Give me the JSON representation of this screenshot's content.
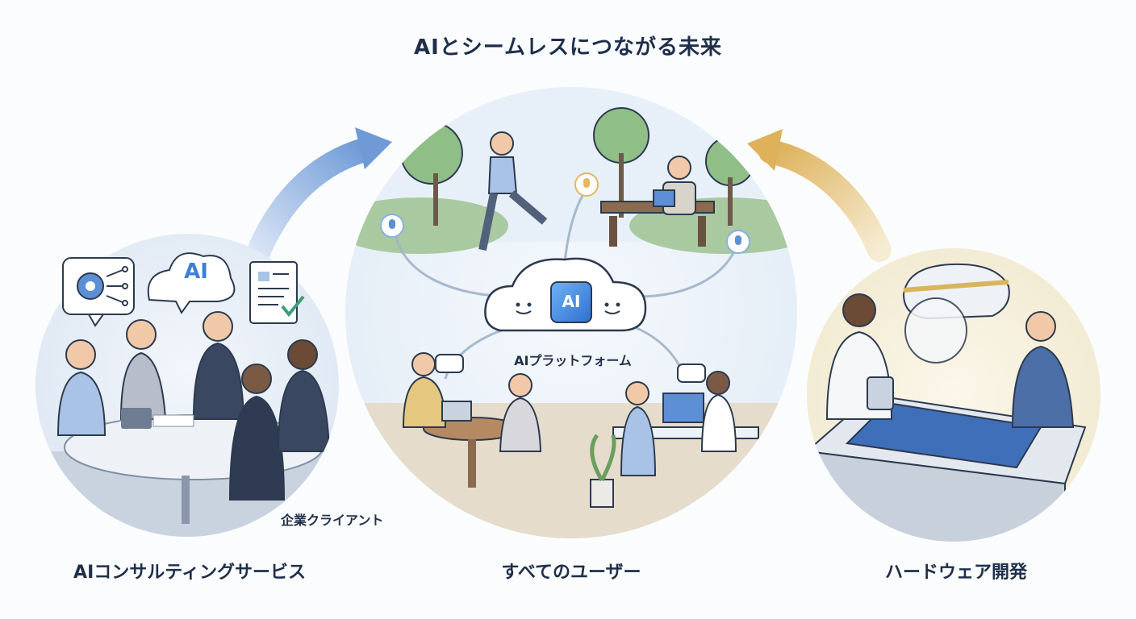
{
  "title": "AIとシームレスにつながる未来",
  "left_section": {
    "caption": "AIコンサルティングサービス",
    "sublabel": "企業クライアント",
    "cloud_label": "AI"
  },
  "center_section": {
    "caption": "すべてのユーザー",
    "platform_label": "AIプラットフォーム",
    "cloud_label": "AI"
  },
  "right_section": {
    "caption": "ハードウェア開発"
  },
  "colors": {
    "left_arrow": "#7fa6dc",
    "right_arrow": "#e2b761",
    "accent_blue": "#3f7fd6"
  }
}
